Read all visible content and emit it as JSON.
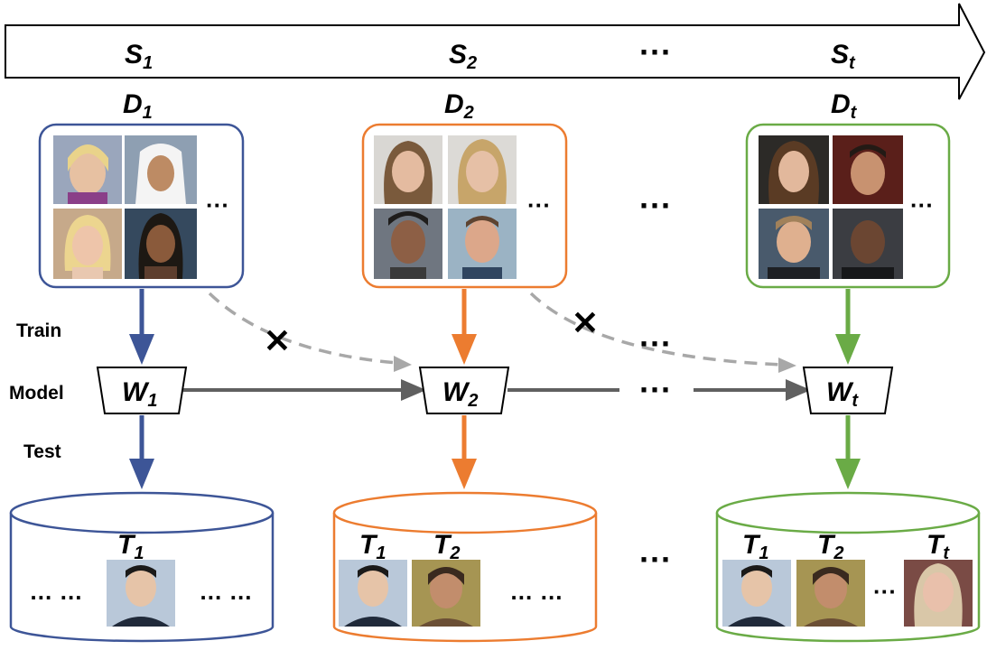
{
  "stages": [
    {
      "s": "S",
      "sub": "1"
    },
    {
      "s": "S",
      "sub": "2"
    },
    {
      "s": "S",
      "sub": "t"
    }
  ],
  "datasets": [
    {
      "d": "D",
      "sub": "1",
      "color": "#3d5597"
    },
    {
      "d": "D",
      "sub": "2",
      "color": "#ec7c30"
    },
    {
      "d": "D",
      "sub": "t",
      "color": "#6aab46"
    }
  ],
  "models": [
    {
      "w": "W",
      "sub": "1"
    },
    {
      "w": "W",
      "sub": "2"
    },
    {
      "w": "W",
      "sub": "t"
    }
  ],
  "tests": [
    {
      "items": [
        {
          "t": "T",
          "sub": "1"
        }
      ]
    },
    {
      "items": [
        {
          "t": "T",
          "sub": "1"
        },
        {
          "t": "T",
          "sub": "2"
        }
      ]
    },
    {
      "items": [
        {
          "t": "T",
          "sub": "1"
        },
        {
          "t": "T",
          "sub": "2"
        },
        {
          "t": "T",
          "sub": "t"
        }
      ]
    }
  ],
  "row_labels": {
    "train": "Train",
    "model": "Model",
    "test": "Test"
  },
  "ellipsis": "···",
  "dots_text": "… …",
  "blocked_mark": "✕",
  "colors": {
    "stage1": "#3d5597",
    "stage2": "#ec7c30",
    "stage3": "#6aab46",
    "flow": "#606060",
    "blocked": "#a8a8a8"
  }
}
